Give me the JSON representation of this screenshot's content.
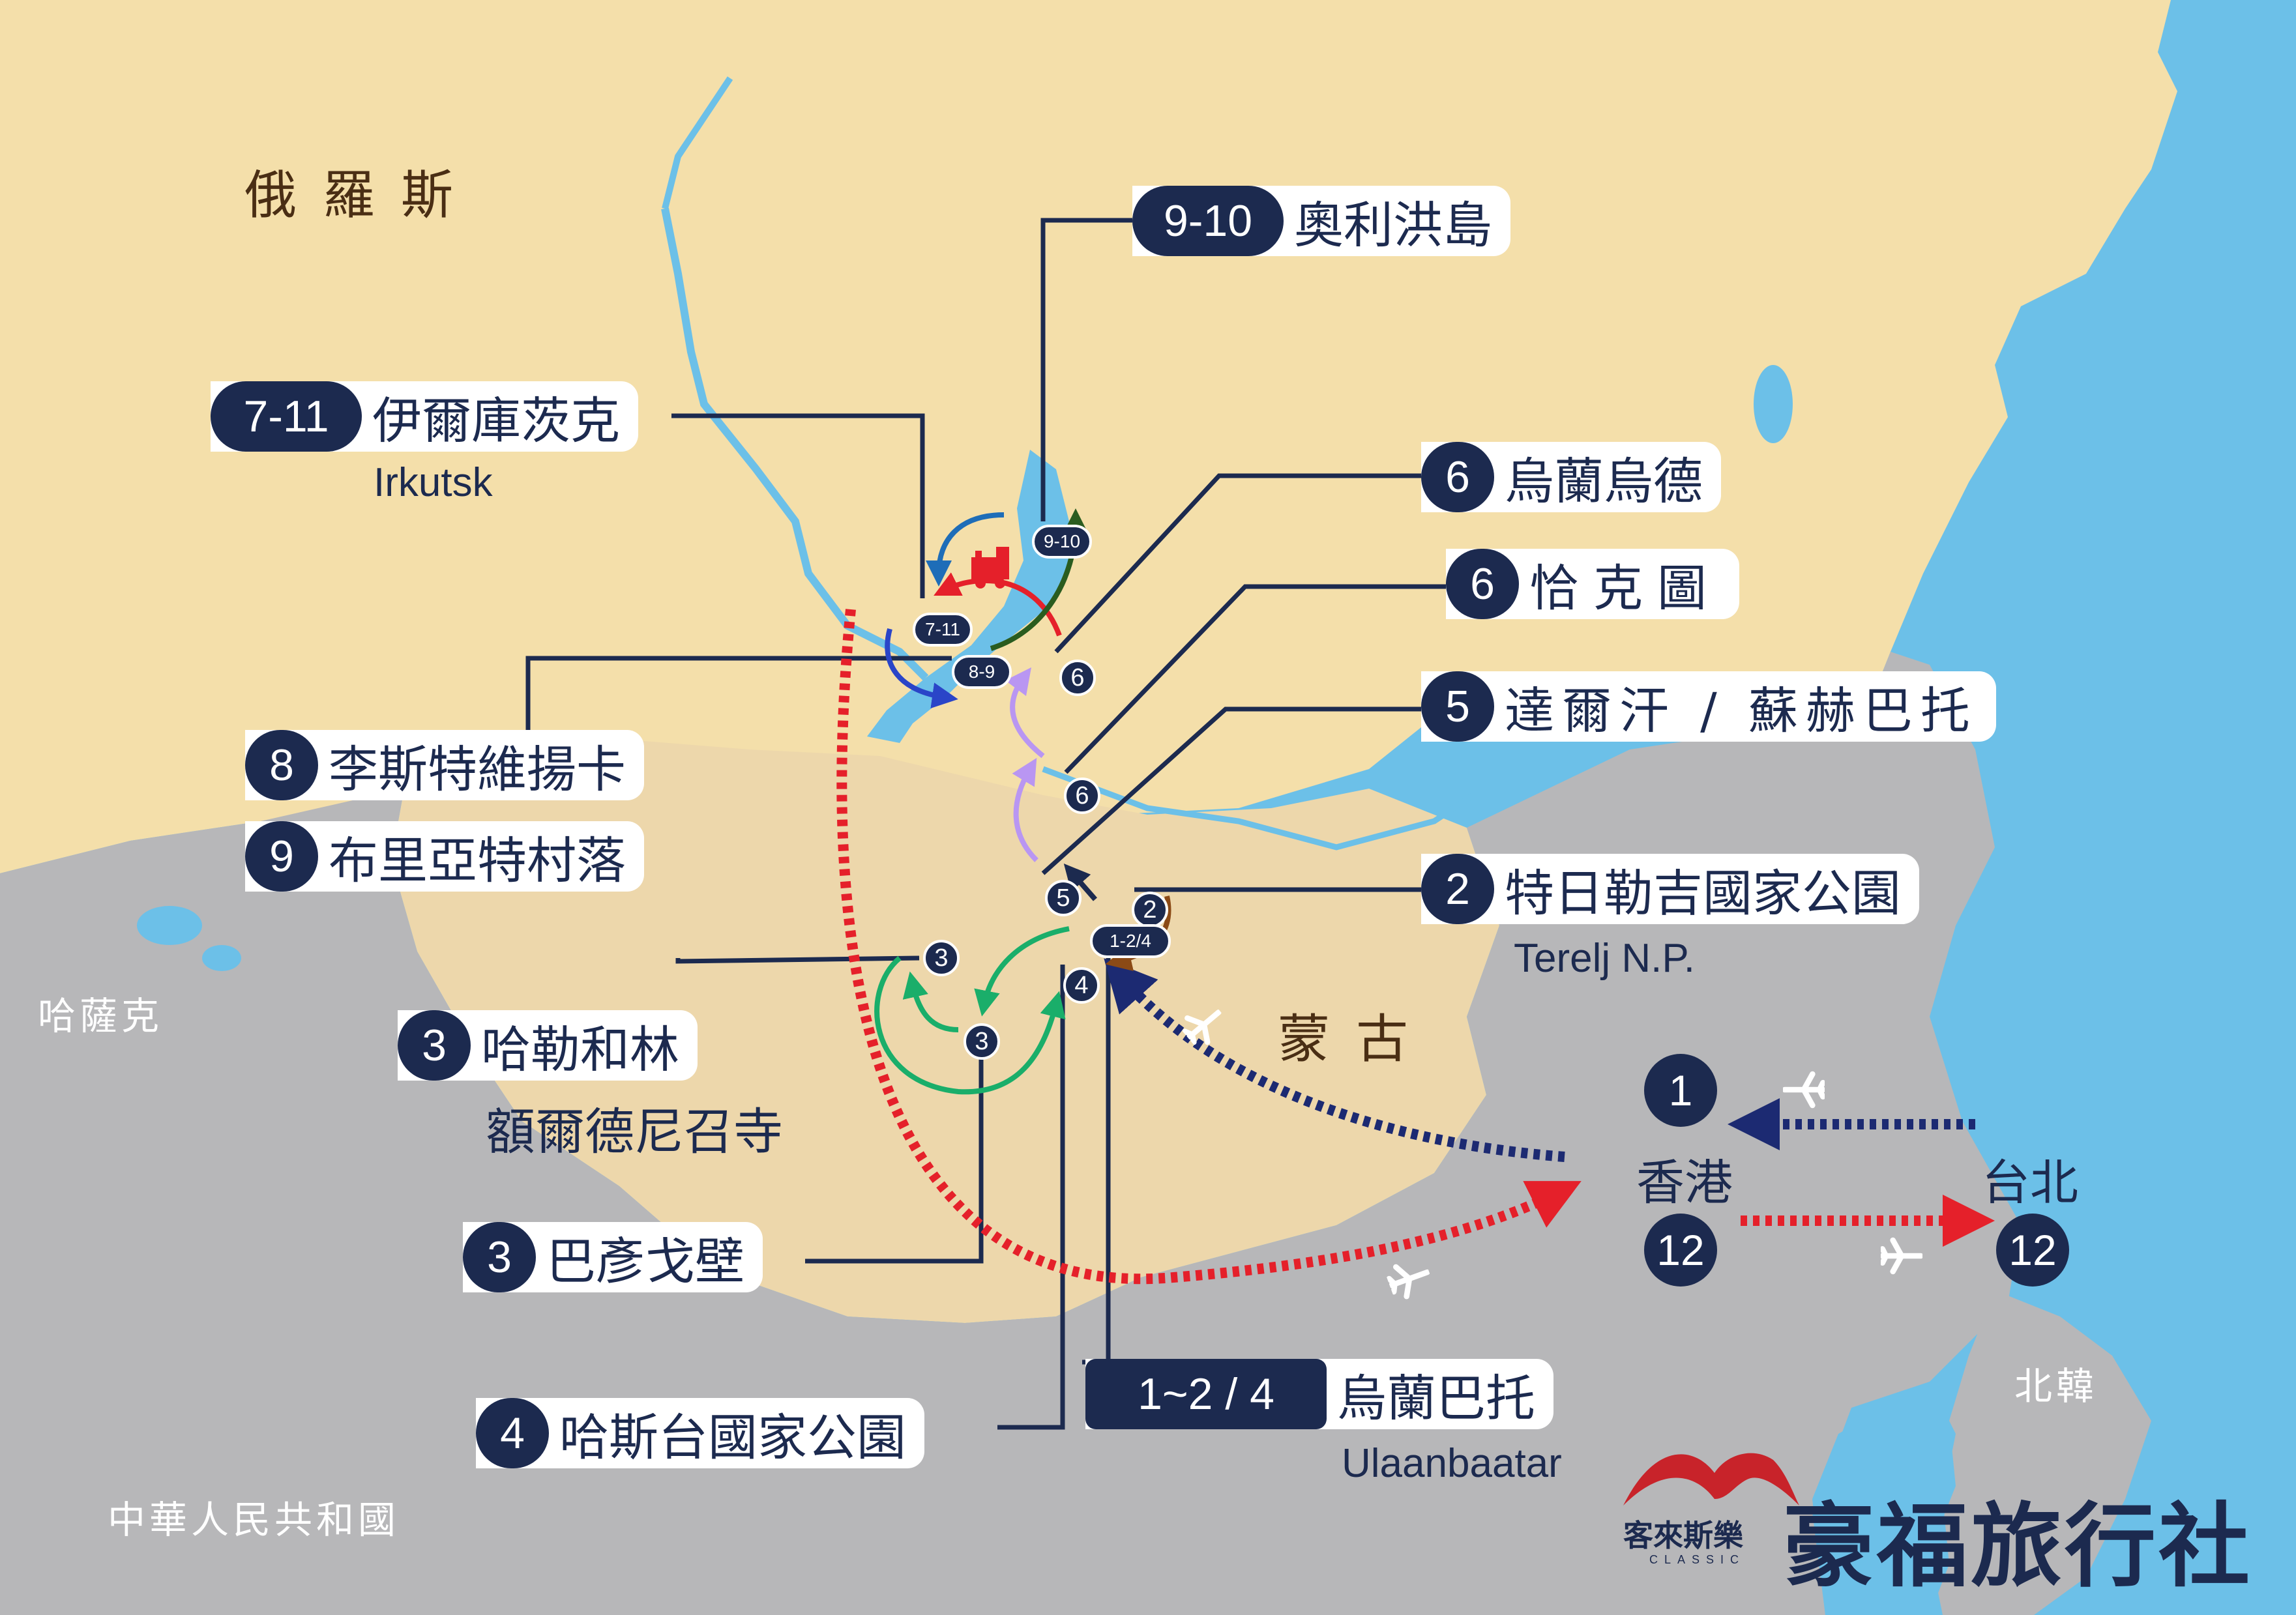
{
  "colors": {
    "land_russia": "#f4dfaa",
    "land_mongolia": "#edd7ab",
    "land_grey": "#b7b7b9",
    "water": "#6cc0e8",
    "navy": "#1c2a4f",
    "route_red": "#e5202a",
    "route_blue": "#1c2a72",
    "route_green": "#1aae6a",
    "route_purple": "#b996f2",
    "route_brown": "#8b4a16",
    "route_darkgreen": "#2a5c1f",
    "route_teal": "#1e6db8"
  },
  "countries": {
    "russia": "俄羅斯",
    "mongolia": "蒙古",
    "kazakhstan": "哈薩克",
    "china": "中華人民共和國",
    "north_korea": "北韓"
  },
  "labels": [
    {
      "id": "olkhon",
      "num": "9-10",
      "name": "奧利洪島",
      "sub": ""
    },
    {
      "id": "irkutsk",
      "num": "7-11",
      "name": "伊爾庫茨克",
      "sub": "Irkutsk"
    },
    {
      "id": "ulan-ude",
      "num": "6",
      "name": "烏蘭烏德",
      "sub": ""
    },
    {
      "id": "kyakhta",
      "num": "6",
      "name": "恰克圖",
      "sub": ""
    },
    {
      "id": "darkhan",
      "num": "5",
      "name": "達爾汗 / 蘇赫巴托",
      "sub": ""
    },
    {
      "id": "listvyanka",
      "num": "8",
      "name": "李斯特維揚卡",
      "sub": ""
    },
    {
      "id": "buryat",
      "num": "9",
      "name": "布里亞特村落",
      "sub": ""
    },
    {
      "id": "terelj",
      "num": "2",
      "name": "特日勒吉國家公園",
      "sub": "Terelj N.P."
    },
    {
      "id": "kharkhorin",
      "num": "3",
      "name": "哈勒和林",
      "sub": "額爾德尼召寺"
    },
    {
      "id": "gobi",
      "num": "3",
      "name": "巴彥戈壁",
      "sub": ""
    },
    {
      "id": "hustai",
      "num": "4",
      "name": "哈斯台國家公園",
      "sub": ""
    },
    {
      "id": "ulaanbaatar",
      "num": "1~2 / 4",
      "name": "烏蘭巴托",
      "sub": "Ulaanbaatar"
    }
  ],
  "map_markers": [
    "9-10",
    "7-11",
    "8-9",
    "6",
    "6",
    "5",
    "2",
    "1-2/4",
    "4",
    "3",
    "3"
  ],
  "flights": {
    "hong_kong": "香港",
    "taipei": "台北",
    "day_1": "1",
    "day_12_hk": "12",
    "day_12_tpe": "12"
  },
  "brand": {
    "name": "豪福旅行社",
    "sub_name": "客來斯樂",
    "sub_en": "CLASSIC"
  }
}
